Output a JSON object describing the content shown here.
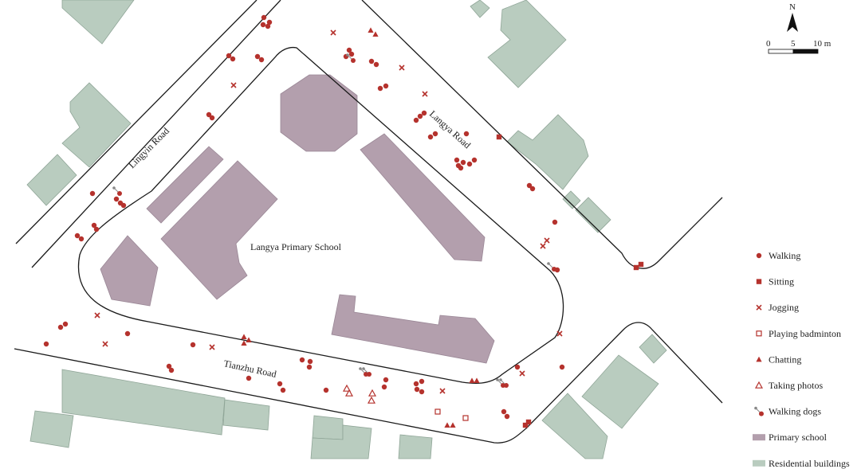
{
  "north_label": "N",
  "scale_bar": {
    "ticks": [
      "0",
      "5",
      "10 m"
    ]
  },
  "labels": {
    "lingyin_road": "Lingyin Road",
    "langya_road": "Langya Road",
    "tianzhu_road": "Tianzhu Road",
    "school": "Langya Primary School"
  },
  "legend": [
    {
      "key": "walking",
      "label": "Walking",
      "symbol": "filled-circle"
    },
    {
      "key": "sitting",
      "label": "Sitting",
      "symbol": "filled-square"
    },
    {
      "key": "jogging",
      "label": "Jogging",
      "symbol": "cross"
    },
    {
      "key": "badminton",
      "label": "Playing badminton",
      "symbol": "hollow-square"
    },
    {
      "key": "chatting",
      "label": "Chatting",
      "symbol": "filled-triangle"
    },
    {
      "key": "photos",
      "label": "Taking photos",
      "symbol": "hollow-triangle"
    },
    {
      "key": "dogs",
      "label": "Walking dogs",
      "symbol": "dog-walk"
    },
    {
      "key": "school",
      "label": "Primary school",
      "symbol": "purple-patch"
    },
    {
      "key": "residential",
      "label": "Residential buildings",
      "symbol": "green-patch"
    }
  ],
  "colors": {
    "activity": "#b5322d",
    "school": "#b39fad",
    "residential": "#b9ccbf",
    "dog_leash": "#888888"
  }
}
